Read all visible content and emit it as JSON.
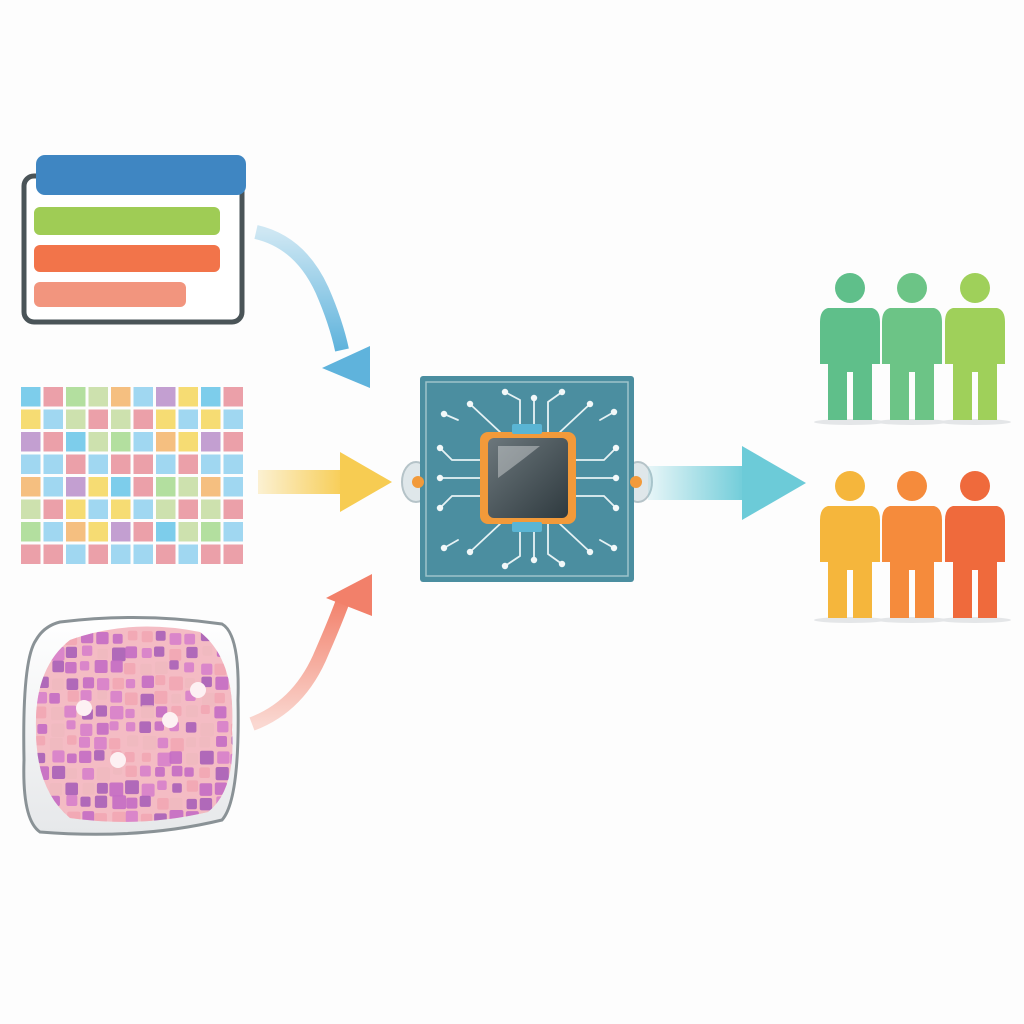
{
  "inputs": {
    "records": {
      "icon": "record-list-icon",
      "header_color": "#3f86c2",
      "bar_colors": [
        "#9fcc55",
        "#f2744a",
        "#f2957e"
      ],
      "bar_fill": [
        0.98,
        0.98,
        0.8
      ]
    },
    "matrix": {
      "icon": "data-matrix-icon",
      "rows": 8,
      "cols": 10,
      "palette": [
        "#66c4e8",
        "#8fd0ee",
        "#a6d98e",
        "#f4d65a",
        "#f3b46a",
        "#e88f9a",
        "#b98ec9",
        "#c4dca0"
      ]
    },
    "tissue": {
      "icon": "tissue-slide-icon",
      "palette": [
        "#c46cc4",
        "#d77fcb",
        "#f2a6b4",
        "#f0b9c0",
        "#a95fb8"
      ]
    }
  },
  "processor": {
    "icon": "ai-chip-icon",
    "board_color": "#4b8ea0",
    "core_color": "#4c5559",
    "frame_color": "#f29a3a"
  },
  "outputs": {
    "group_one": {
      "icon": "people-group-icon",
      "colors": [
        "#5fbf8a",
        "#6cc486",
        "#9fd05a"
      ]
    },
    "group_two": {
      "icon": "people-group-icon",
      "colors": [
        "#f5b63c",
        "#f58b3c",
        "#ef6a3c"
      ]
    }
  },
  "flows": {
    "records_to_chip": "#5fb3dc",
    "matrix_to_chip": "#f7cc52",
    "tissue_to_chip": "#f2806a",
    "chip_to_groups": "#6ccbd8"
  }
}
